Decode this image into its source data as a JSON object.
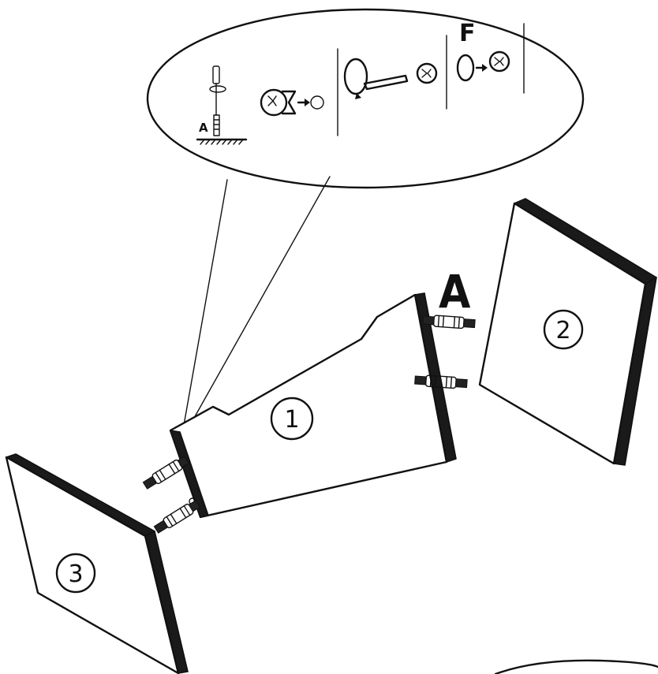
{
  "diagram": {
    "panel_labels": {
      "panel_1": "1",
      "panel_2": "2",
      "panel_3": "3"
    },
    "hardware_labels": {
      "dowel_main": "A",
      "dowel_inset": "A",
      "cap": "F"
    },
    "colors": {
      "line": "#111111",
      "background": "#ffffff"
    }
  }
}
